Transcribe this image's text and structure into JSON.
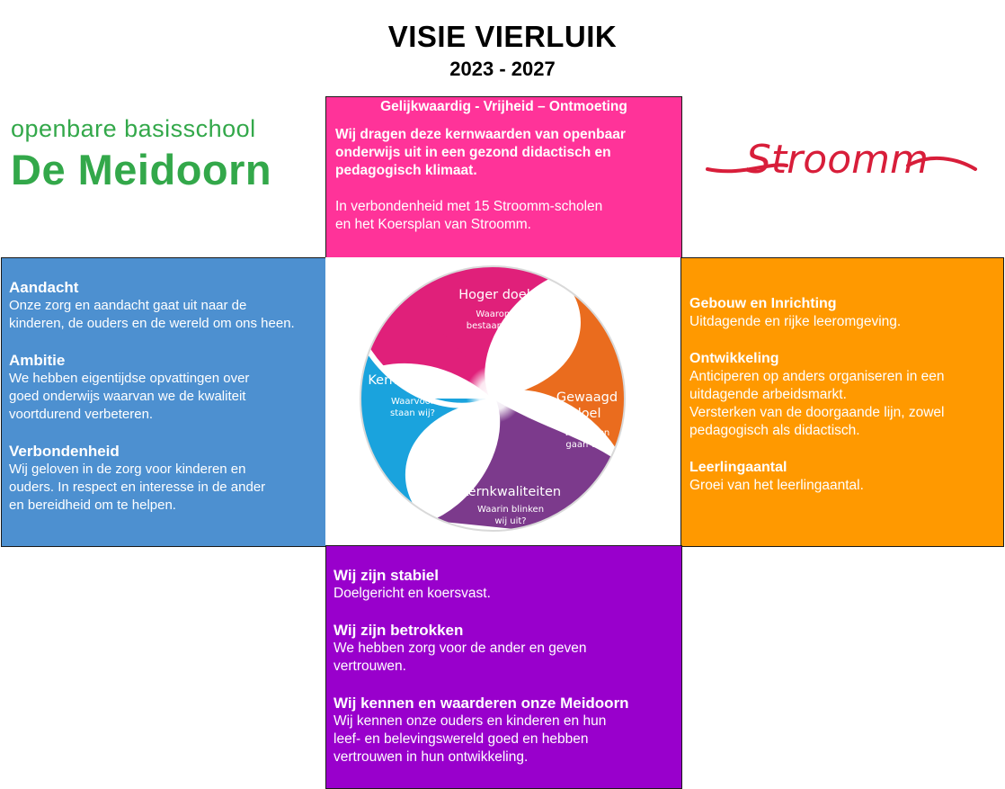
{
  "header": {
    "title": "VISIE VIERLUIK",
    "years": "2023 - 2027"
  },
  "logos": {
    "school_line1": "openbare basisschool",
    "school_line2": "De Meidoorn",
    "partner": "Stroomm"
  },
  "pink": {
    "heading": "Gelijkwaardig -  Vrijheid – Ontmoeting",
    "p1_lines": [
      "Wij dragen deze kernwaarden van openbaar",
      "onderwijs uit in een gezond didactisch en",
      "pedagogisch klimaat."
    ],
    "p2_lines": [
      "In verbondenheid met 15 Stroomm-scholen",
      "en het Koersplan van Stroomm."
    ]
  },
  "blue": {
    "sections": [
      {
        "title": "Aandacht",
        "lines": [
          "Onze zorg en aandacht gaat uit naar de",
          "kinderen, de ouders en de wereld om ons heen."
        ]
      },
      {
        "title": "Ambitie",
        "lines": [
          "We hebben eigentijdse opvattingen over",
          "goed onderwijs waarvan we de kwaliteit",
          "voortdurend verbeteren."
        ]
      },
      {
        "title": "Verbondenheid",
        "lines": [
          "Wij geloven in de zorg voor kinderen en",
          "ouders. In respect en interesse in de ander",
          "en bereidheid om te helpen."
        ]
      }
    ]
  },
  "orange": {
    "sections": [
      {
        "title": "Gebouw en Inrichting",
        "lines": [
          "Uitdagende en rijke leeromgeving."
        ]
      },
      {
        "title": "Ontwikkeling",
        "lines": [
          "Anticiperen op anders organiseren in een",
          "uitdagende arbeidsmarkt.",
          "Versterken van de doorgaande lijn, zowel",
          "pedagogisch als didactisch."
        ]
      },
      {
        "title": "Leerlingaantal",
        "lines": [
          "Groei van het leerlingaantal."
        ]
      }
    ]
  },
  "purple": {
    "sections": [
      {
        "title": "Wij zijn stabiel",
        "lines": [
          "Doelgericht en koersvast."
        ]
      },
      {
        "title": "Wij zijn betrokken",
        "lines": [
          "We hebben zorg voor de ander en geven",
          "vertrouwen."
        ]
      },
      {
        "title": "Wij kennen en waarderen onze Meidoorn",
        "lines": [
          "Wij kennen onze ouders en kinderen en hun",
          "leef- en belevingswereld goed en hebben",
          "vertrouwen in hun ontwikkeling."
        ]
      }
    ]
  },
  "diagram": {
    "colors": {
      "magenta": "#e0207a",
      "orange": "#ea6c1e",
      "purple": "#7c3a8c",
      "blue": "#1aa3dd"
    },
    "segments": [
      {
        "title": "Hoger doel",
        "q1": "Waarom",
        "q2": "bestaan wij?"
      },
      {
        "title1": "Gewaagd",
        "title2": "doel",
        "q1": "Waarheen",
        "q2": "gaan wij?"
      },
      {
        "title": "Kernkwaliteiten",
        "q1": "Waarin blinken",
        "q2": "wij uit?"
      },
      {
        "title": "Kernwaarden",
        "q1": "Waarvoor",
        "q2": "staan wij?"
      }
    ]
  }
}
